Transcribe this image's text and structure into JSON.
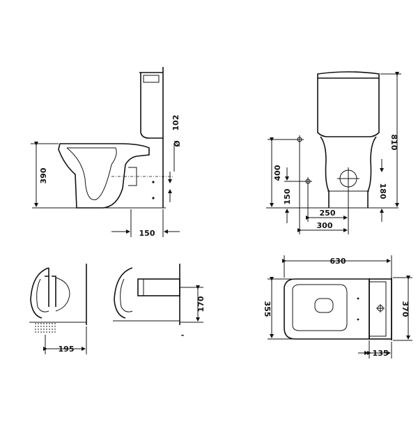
{
  "side_view": {
    "height_label": "390",
    "outlet_label": "150",
    "pipe_label": "102",
    "diameter_symbol": "Ø"
  },
  "front_view": {
    "total_height_label": "810",
    "inlet_height_label": "400",
    "low_inlet_label": "150",
    "right_height_label": "180",
    "width_250_label": "250",
    "width_300_label": "300"
  },
  "floor_outlet_view": {
    "label": "195"
  },
  "wall_outlet_view": {
    "label": "170",
    "tick_mark": "-"
  },
  "top_view": {
    "length_label": "630",
    "bowl_width_label": "355",
    "tank_width_label": "370",
    "tank_depth_label": "135"
  }
}
